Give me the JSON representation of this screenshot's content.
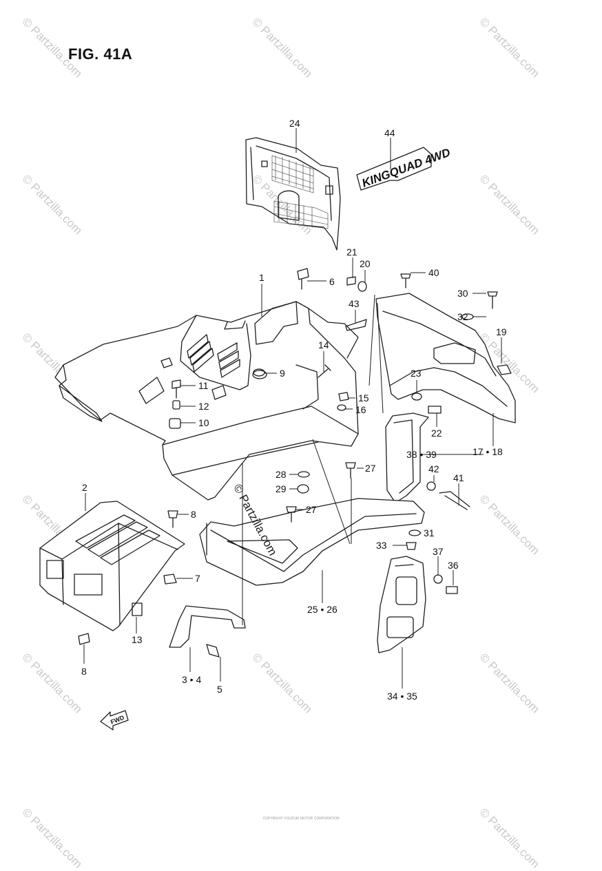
{
  "figure": {
    "title": "FIG. 41A",
    "brand_label": "KINGQUAD 4WD",
    "fwd_label": "FWD"
  },
  "watermarks": {
    "text": "© Partzilla.com",
    "center_text": "© Partzilla.com"
  },
  "footer": {
    "fine_print": "COPYRIGHT ©SUZUKI MOTOR CORPORATION"
  },
  "callouts": [
    {
      "id": "c24",
      "label": "24"
    },
    {
      "id": "c44",
      "label": "44"
    },
    {
      "id": "c1",
      "label": "1"
    },
    {
      "id": "c6",
      "label": "6"
    },
    {
      "id": "c21",
      "label": "21"
    },
    {
      "id": "c20",
      "label": "20"
    },
    {
      "id": "c40",
      "label": "40"
    },
    {
      "id": "c30",
      "label": "30"
    },
    {
      "id": "c32",
      "label": "32"
    },
    {
      "id": "c43",
      "label": "43"
    },
    {
      "id": "c19",
      "label": "19"
    },
    {
      "id": "c14",
      "label": "14"
    },
    {
      "id": "c9",
      "label": "9"
    },
    {
      "id": "c11",
      "label": "11"
    },
    {
      "id": "c12",
      "label": "12"
    },
    {
      "id": "c10",
      "label": "10"
    },
    {
      "id": "c15",
      "label": "15"
    },
    {
      "id": "c16",
      "label": "16"
    },
    {
      "id": "c23",
      "label": "23"
    },
    {
      "id": "c22",
      "label": "22"
    },
    {
      "id": "c17_18",
      "label": "17 • 18"
    },
    {
      "id": "c38_39",
      "label": "38 • 39"
    },
    {
      "id": "c28",
      "label": "28"
    },
    {
      "id": "c27a",
      "label": "27"
    },
    {
      "id": "c29",
      "label": "29"
    },
    {
      "id": "c42",
      "label": "42"
    },
    {
      "id": "c41",
      "label": "41"
    },
    {
      "id": "c2",
      "label": "2"
    },
    {
      "id": "c8a",
      "label": "8"
    },
    {
      "id": "c27b",
      "label": "27"
    },
    {
      "id": "c31",
      "label": "31"
    },
    {
      "id": "c33",
      "label": "33"
    },
    {
      "id": "c37",
      "label": "37"
    },
    {
      "id": "c36",
      "label": "36"
    },
    {
      "id": "c7",
      "label": "7"
    },
    {
      "id": "c25_26",
      "label": "25 • 26"
    },
    {
      "id": "c13",
      "label": "13"
    },
    {
      "id": "c8b",
      "label": "8"
    },
    {
      "id": "c3_4",
      "label": "3 • 4"
    },
    {
      "id": "c5",
      "label": "5"
    },
    {
      "id": "c34_35",
      "label": "34 • 35"
    }
  ],
  "colors": {
    "line": "#1c1c1c",
    "watermark": "#c9c9c9",
    "background": "#ffffff"
  }
}
